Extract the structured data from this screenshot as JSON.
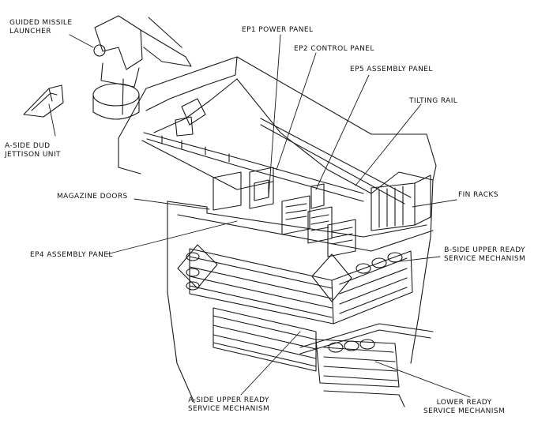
{
  "labels": {
    "guided_missile_launcher": [
      "GUIDED MISSILE",
      "LAUNCHER"
    ],
    "a_side_dud_jettison": [
      "A-SIDE DUD",
      "JETTISON UNIT"
    ],
    "ep1_power_panel": "EP1 POWER PANEL",
    "ep2_control_panel": "EP2 CONTROL PANEL",
    "ep5_assembly_panel": "EP5 ASSEMBLY PANEL",
    "tilting_rail": "TILTING RAIL",
    "fin_racks": "FIN RACKS",
    "magazine_doors": "MAGAZINE DOORS",
    "ep4_assembly_panel": "EP4 ASSEMBLY PANEL",
    "b_side_upper_ready": [
      "B-SIDE UPPER READY",
      "SERVICE MECHANISM"
    ],
    "a_side_upper_ready": [
      "A-SIDE UPPER READY",
      "SERVICE MECHANISM"
    ],
    "lower_ready": [
      "LOWER READY",
      "SERVICE MECHANISM"
    ]
  },
  "colors": {
    "ink": "#1a1a1a",
    "paper": "#ffffff"
  }
}
